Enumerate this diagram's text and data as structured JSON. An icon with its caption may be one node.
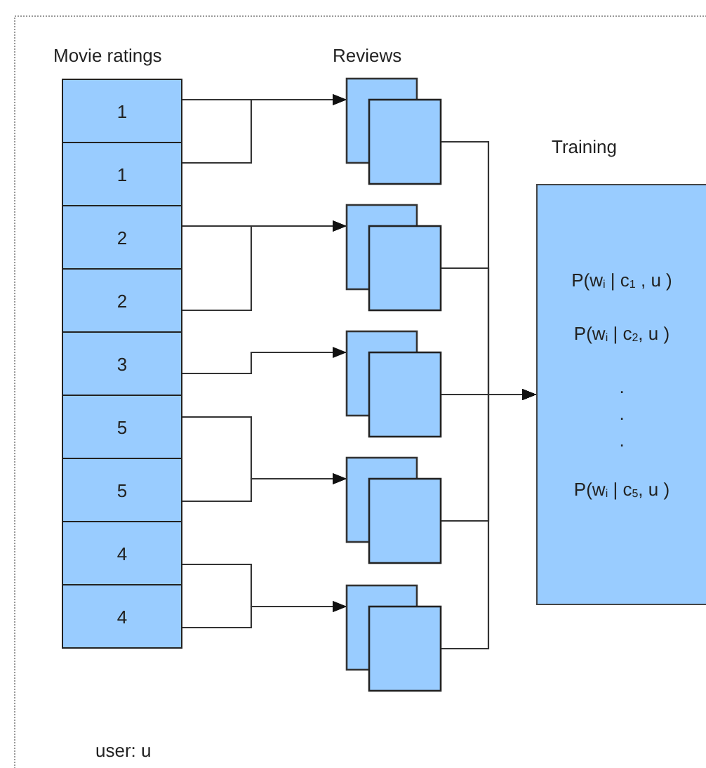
{
  "diagram": {
    "nodes": [
      {
        "text": [
          "1"
        ]
      },
      {
        "text": [
          "1"
        ]
      },
      {
        "text": [
          "2"
        ]
      },
      {
        "text": [
          "2"
        ]
      },
      {
        "text": [
          "3"
        ]
      },
      {
        "text": [
          "5"
        ]
      },
      {
        "text": [
          "5"
        ]
      },
      {
        "text": [
          "4"
        ]
      },
      {
        "text": [
          "4"
        ]
      },
      {
        "text": [],
        "shape": "document"
      },
      {
        "text": [],
        "shape": "document"
      },
      {
        "text": [],
        "shape": "document"
      },
      {
        "text": [],
        "shape": "document"
      },
      {
        "text": [],
        "shape": "document"
      },
      {
        "text": [
          "Training",
          "P(w$_{i}$ | c$_{1}$ , u )",
          "P(w$_{i}$ | c$_{2}$, u )",
          ".",
          ".",
          ".",
          "P(w$_{i}$ | c$_{5}$, u )"
        ]
      }
    ],
    "edges": [
      {
        "from": 0,
        "to": 9,
        "arrow": "to"
      },
      {
        "from": 1,
        "to": 9,
        "arrow": "to"
      },
      {
        "from": 2,
        "to": 10,
        "arrow": "to"
      },
      {
        "from": 3,
        "to": 10,
        "arrow": "to"
      },
      {
        "from": 4,
        "to": 11,
        "arrow": "to"
      },
      {
        "from": 5,
        "to": 12,
        "arrow": "to"
      },
      {
        "from": 6,
        "to": 12,
        "arrow": "to"
      },
      {
        "from": 7,
        "to": 13,
        "arrow": "to"
      },
      {
        "from": 8,
        "to": 13,
        "arrow": "to"
      },
      {
        "from": 9,
        "to": 14,
        "arrow": "to"
      },
      {
        "from": 10,
        "to": 14,
        "arrow": "to"
      },
      {
        "from": 11,
        "to": 14,
        "arrow": "to"
      },
      {
        "from": 12,
        "to": 14,
        "arrow": "to"
      },
      {
        "from": 13,
        "to": 14,
        "arrow": "to"
      }
    ],
    "labels": [
      "Movie ratings",
      "Reviews",
      "user: u"
    ]
  }
}
